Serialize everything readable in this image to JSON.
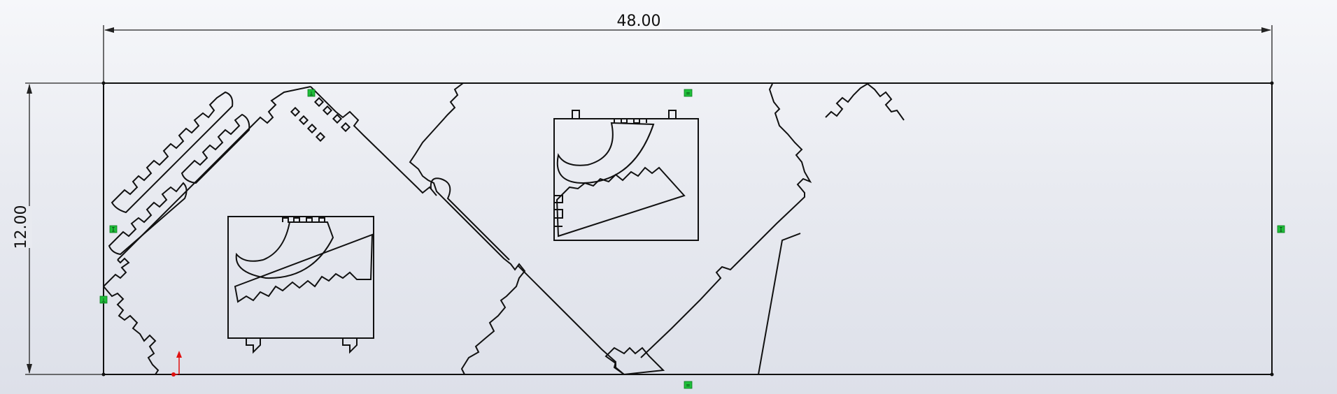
{
  "drawing": {
    "width_dimension": "48.00",
    "height_dimension": "12.00"
  },
  "relations": [
    {
      "symbol": "=",
      "kind": "horizontal"
    },
    {
      "symbol": "=",
      "kind": "horizontal"
    },
    {
      "symbol": "I",
      "kind": "vertical"
    },
    {
      "symbol": "I",
      "kind": "vertical"
    },
    {
      "symbol": "⊥",
      "kind": "coincident"
    },
    {
      "symbol": "⊥",
      "kind": "coincident"
    }
  ],
  "colors": {
    "sketch_lines": "#111111",
    "relation_badge": "#1fbf3a",
    "origin": "#e01010"
  }
}
